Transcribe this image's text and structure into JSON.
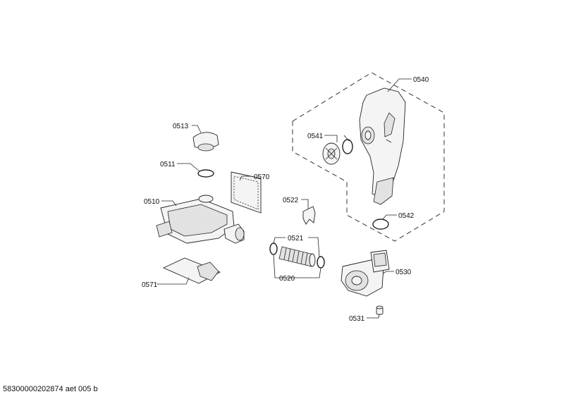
{
  "document_id": "58300000202874 aet 005 b",
  "callouts": {
    "p0540": "0540",
    "p0541": "0541",
    "p0542": "0542",
    "p0513": "0513",
    "p0511": "0511",
    "p0570": "0570",
    "p0510": "0510",
    "p0522": "0522",
    "p0521": "0521",
    "p0520": "0520",
    "p0530": "0530",
    "p0531": "0531",
    "p0571": "0571"
  }
}
